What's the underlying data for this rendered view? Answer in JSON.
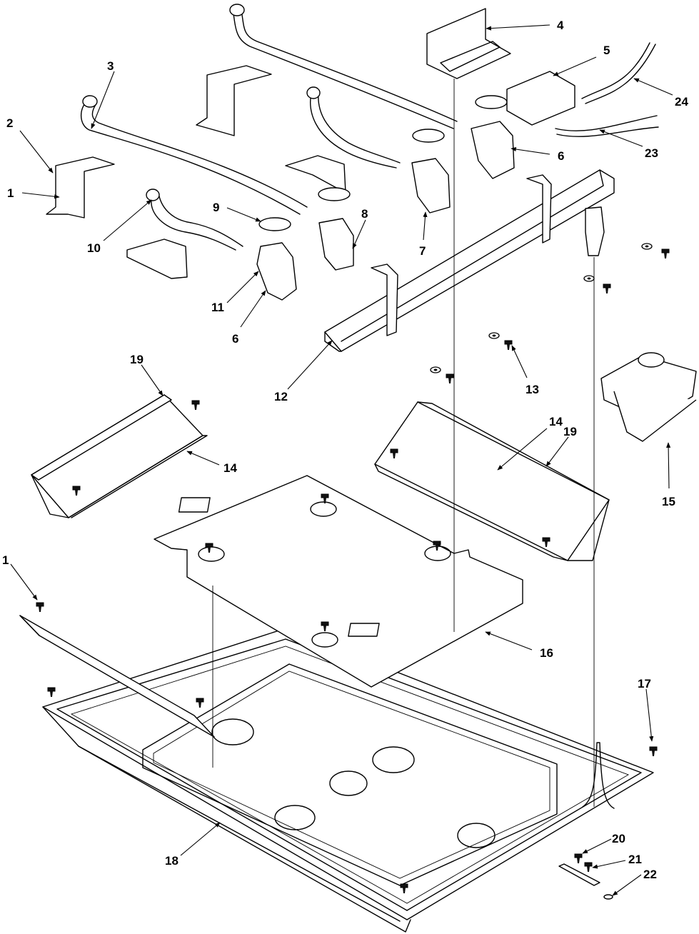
{
  "labels": {
    "l1a": "1",
    "l1b": "1",
    "l2": "2",
    "l3": "3",
    "l4": "4",
    "l5": "5",
    "l6a": "6",
    "l6b": "6",
    "l7": "7",
    "l8": "8",
    "l9": "9",
    "l10": "10",
    "l11": "11",
    "l12": "12",
    "l13": "13",
    "l14a": "14",
    "l14b": "14",
    "l15": "15",
    "l16": "16",
    "l17": "17",
    "l18": "18",
    "l19a": "19",
    "l19b": "19",
    "l20": "20",
    "l21": "21",
    "l22": "22",
    "l23": "23",
    "l24": "24"
  }
}
